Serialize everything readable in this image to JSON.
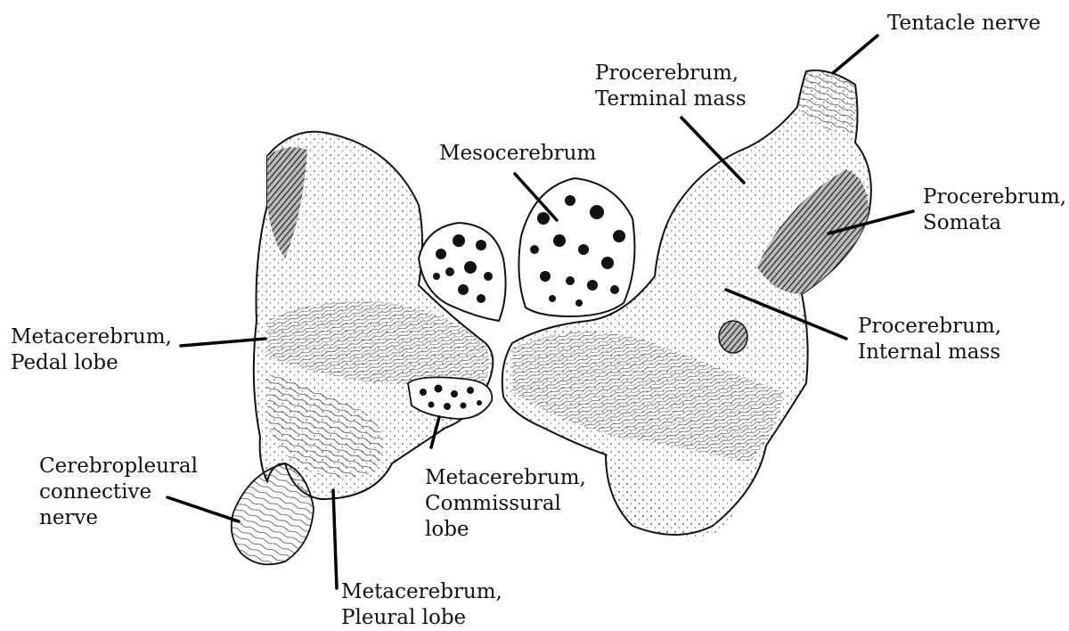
{
  "labels": {
    "tentacle_nerve": [
      "Tentacle nerve"
    ],
    "procerebrum_terminal_mass": [
      "Procerebrum,",
      "Terminal mass"
    ],
    "mesocerebrum": [
      "Mesocerebrum"
    ],
    "procerebrum_somata": [
      "Procerebrum,",
      "Somata"
    ],
    "procerebrum_internal_mass": [
      "Procerebrum,",
      "Internal mass"
    ],
    "metacerebrum_pedal_lobe": [
      "Metacerebrum,",
      "Pedal lobe"
    ],
    "metacerebrum_commissural_lobe": [
      "Metacerebrum,",
      "Commissural",
      "lobe"
    ],
    "cerebropleural_connective_nerve": [
      "Cerebropleural",
      "connective",
      "nerve"
    ],
    "metacerebrum_pleural_lobe": [
      "Metacerebrum,",
      "Pleural lobe"
    ]
  },
  "colors": {
    "ink": "#111111",
    "background": "#ffffff"
  }
}
